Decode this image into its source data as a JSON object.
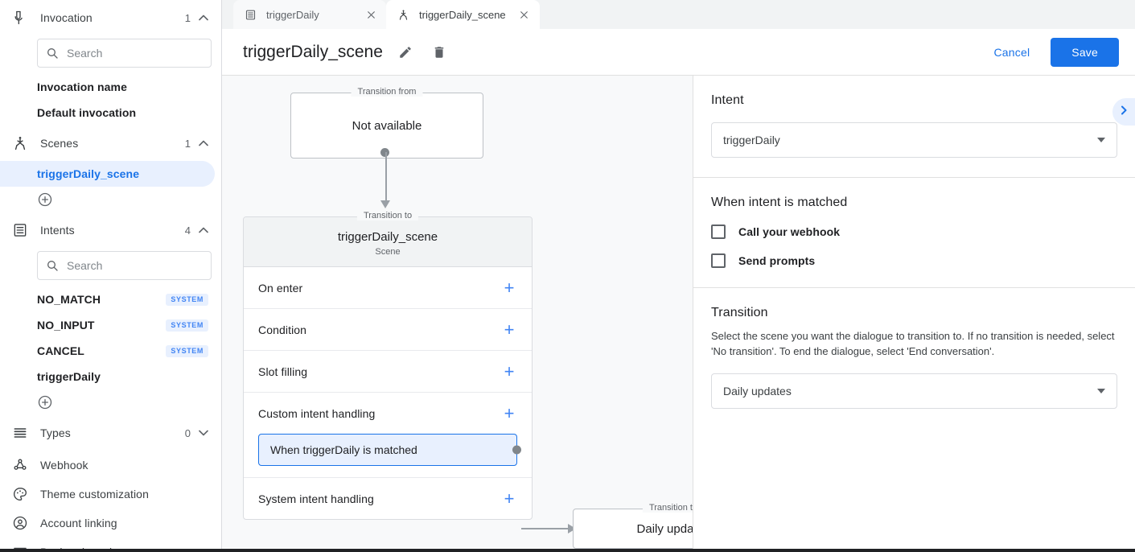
{
  "sidebar": {
    "invocation": {
      "icon": "microphone-icon",
      "label": "Invocation",
      "count": "1",
      "chevron": "chevron-up-icon",
      "search_placeholder": "Search",
      "search_value": "",
      "items": [
        {
          "label": "Invocation name"
        },
        {
          "label": "Default invocation"
        }
      ]
    },
    "scenes": {
      "icon": "scene-fork-icon",
      "label": "Scenes",
      "count": "1",
      "chevron": "chevron-up-icon",
      "items": [
        {
          "label": "triggerDaily_scene",
          "selected": true
        }
      ],
      "add_label": "add-circle-icon"
    },
    "intents": {
      "icon": "intents-list-icon",
      "label": "Intents",
      "count": "4",
      "chevron": "chevron-up-icon",
      "search_placeholder": "Search",
      "search_value": "",
      "items": [
        {
          "label": "NO_MATCH",
          "badge": "SYSTEM"
        },
        {
          "label": "NO_INPUT",
          "badge": "SYSTEM"
        },
        {
          "label": "CANCEL",
          "badge": "SYSTEM"
        },
        {
          "label": "triggerDaily",
          "badge": ""
        }
      ],
      "add_label": "add-circle-icon"
    },
    "types": {
      "icon": "types-lines-icon",
      "label": "Types",
      "count": "0",
      "chevron": "chevron-down-icon"
    },
    "others": [
      {
        "label": "Webhook",
        "icon": "webhook-nodes-icon"
      },
      {
        "label": "Theme customization",
        "icon": "palette-icon"
      },
      {
        "label": "Account linking",
        "icon": "account-circle-icon"
      },
      {
        "label": "Backend services",
        "icon": "backend-services-icon"
      }
    ]
  },
  "tabs": [
    {
      "label": "triggerDaily",
      "icon": "intents-list-icon",
      "active": false,
      "close": "close-icon"
    },
    {
      "label": "triggerDaily_scene",
      "icon": "scene-fork-icon",
      "active": true,
      "close": "close-icon"
    }
  ],
  "header": {
    "title": "triggerDaily_scene",
    "edit_icon": "pencil-icon",
    "delete_icon": "trash-icon",
    "cancel_label": "Cancel",
    "save_label": "Save"
  },
  "canvas": {
    "transition_from": {
      "legend": "Transition from",
      "text": "Not available"
    },
    "scene_card": {
      "legend": "Transition to",
      "title": "triggerDaily_scene",
      "subtitle": "Scene",
      "rows": [
        {
          "label": "On enter",
          "add": "+"
        },
        {
          "label": "Condition",
          "add": "+"
        },
        {
          "label": "Slot filling",
          "add": "+"
        },
        {
          "label": "Custom intent handling",
          "add": "+",
          "chip": "When triggerDaily is matched"
        },
        {
          "label": "System intent handling",
          "add": "+"
        }
      ]
    },
    "transition_target": {
      "legend": "Transition to",
      "text": "Daily updates"
    }
  },
  "panel": {
    "collapse_icon": "chevron-right-icon",
    "intent": {
      "heading": "Intent",
      "selected": "triggerDaily",
      "arrow_icon": "chevron-down-icon"
    },
    "when_matched": {
      "heading": "When intent is matched",
      "checkboxes": [
        {
          "label": "Call your webhook",
          "checked": false
        },
        {
          "label": "Send prompts",
          "checked": false
        }
      ]
    },
    "transition": {
      "heading": "Transition",
      "description": "Select the scene you want the dialogue to transition to. If no transition is needed, select 'No transition'. To end the dialogue, select 'End conversation'.",
      "selected": "Daily updates",
      "arrow_icon": "chevron-down-icon"
    }
  },
  "colors": {
    "accent_blue": "#1a73e8",
    "accent_light_blue": "#e8f0fe",
    "canvas_bg": "#f8f9fa",
    "border": "#dadce0",
    "text_primary": "#202124",
    "text_secondary": "#5f6368"
  }
}
